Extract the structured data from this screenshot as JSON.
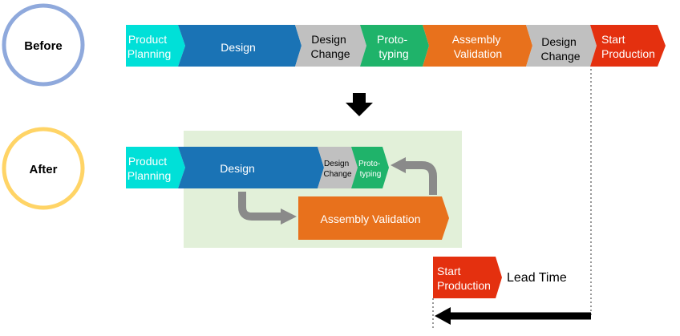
{
  "labels": {
    "before": "Before",
    "after": "After",
    "lead_time": "Lead Time"
  },
  "before": {
    "product_planning": [
      "Product",
      "Planning"
    ],
    "design": "Design",
    "design_change_1": [
      "Design",
      "Change"
    ],
    "prototyping": [
      "Proto-",
      "typing"
    ],
    "assembly_validation": [
      "Assembly",
      "Validation"
    ],
    "design_change_2": [
      "Design",
      "Change"
    ],
    "start_production": [
      "Start",
      "Production"
    ]
  },
  "after": {
    "product_planning": [
      "Product",
      "Planning"
    ],
    "design": "Design",
    "design_change": [
      "Design",
      "Change"
    ],
    "prototyping": [
      "Proto-",
      "typing"
    ],
    "assembly_validation": "Assembly Validation",
    "start_production": [
      "Start",
      "Production"
    ]
  },
  "colors": {
    "teal": "#00e0d8",
    "blue": "#1a73b5",
    "gray": "#c0c0c0",
    "green": "#1fb36a",
    "orange": "#e8711c",
    "red": "#e4300f",
    "before_circle": "#8fa9dc",
    "after_circle": "#ffd466",
    "highlight": "#e2f0d9"
  }
}
